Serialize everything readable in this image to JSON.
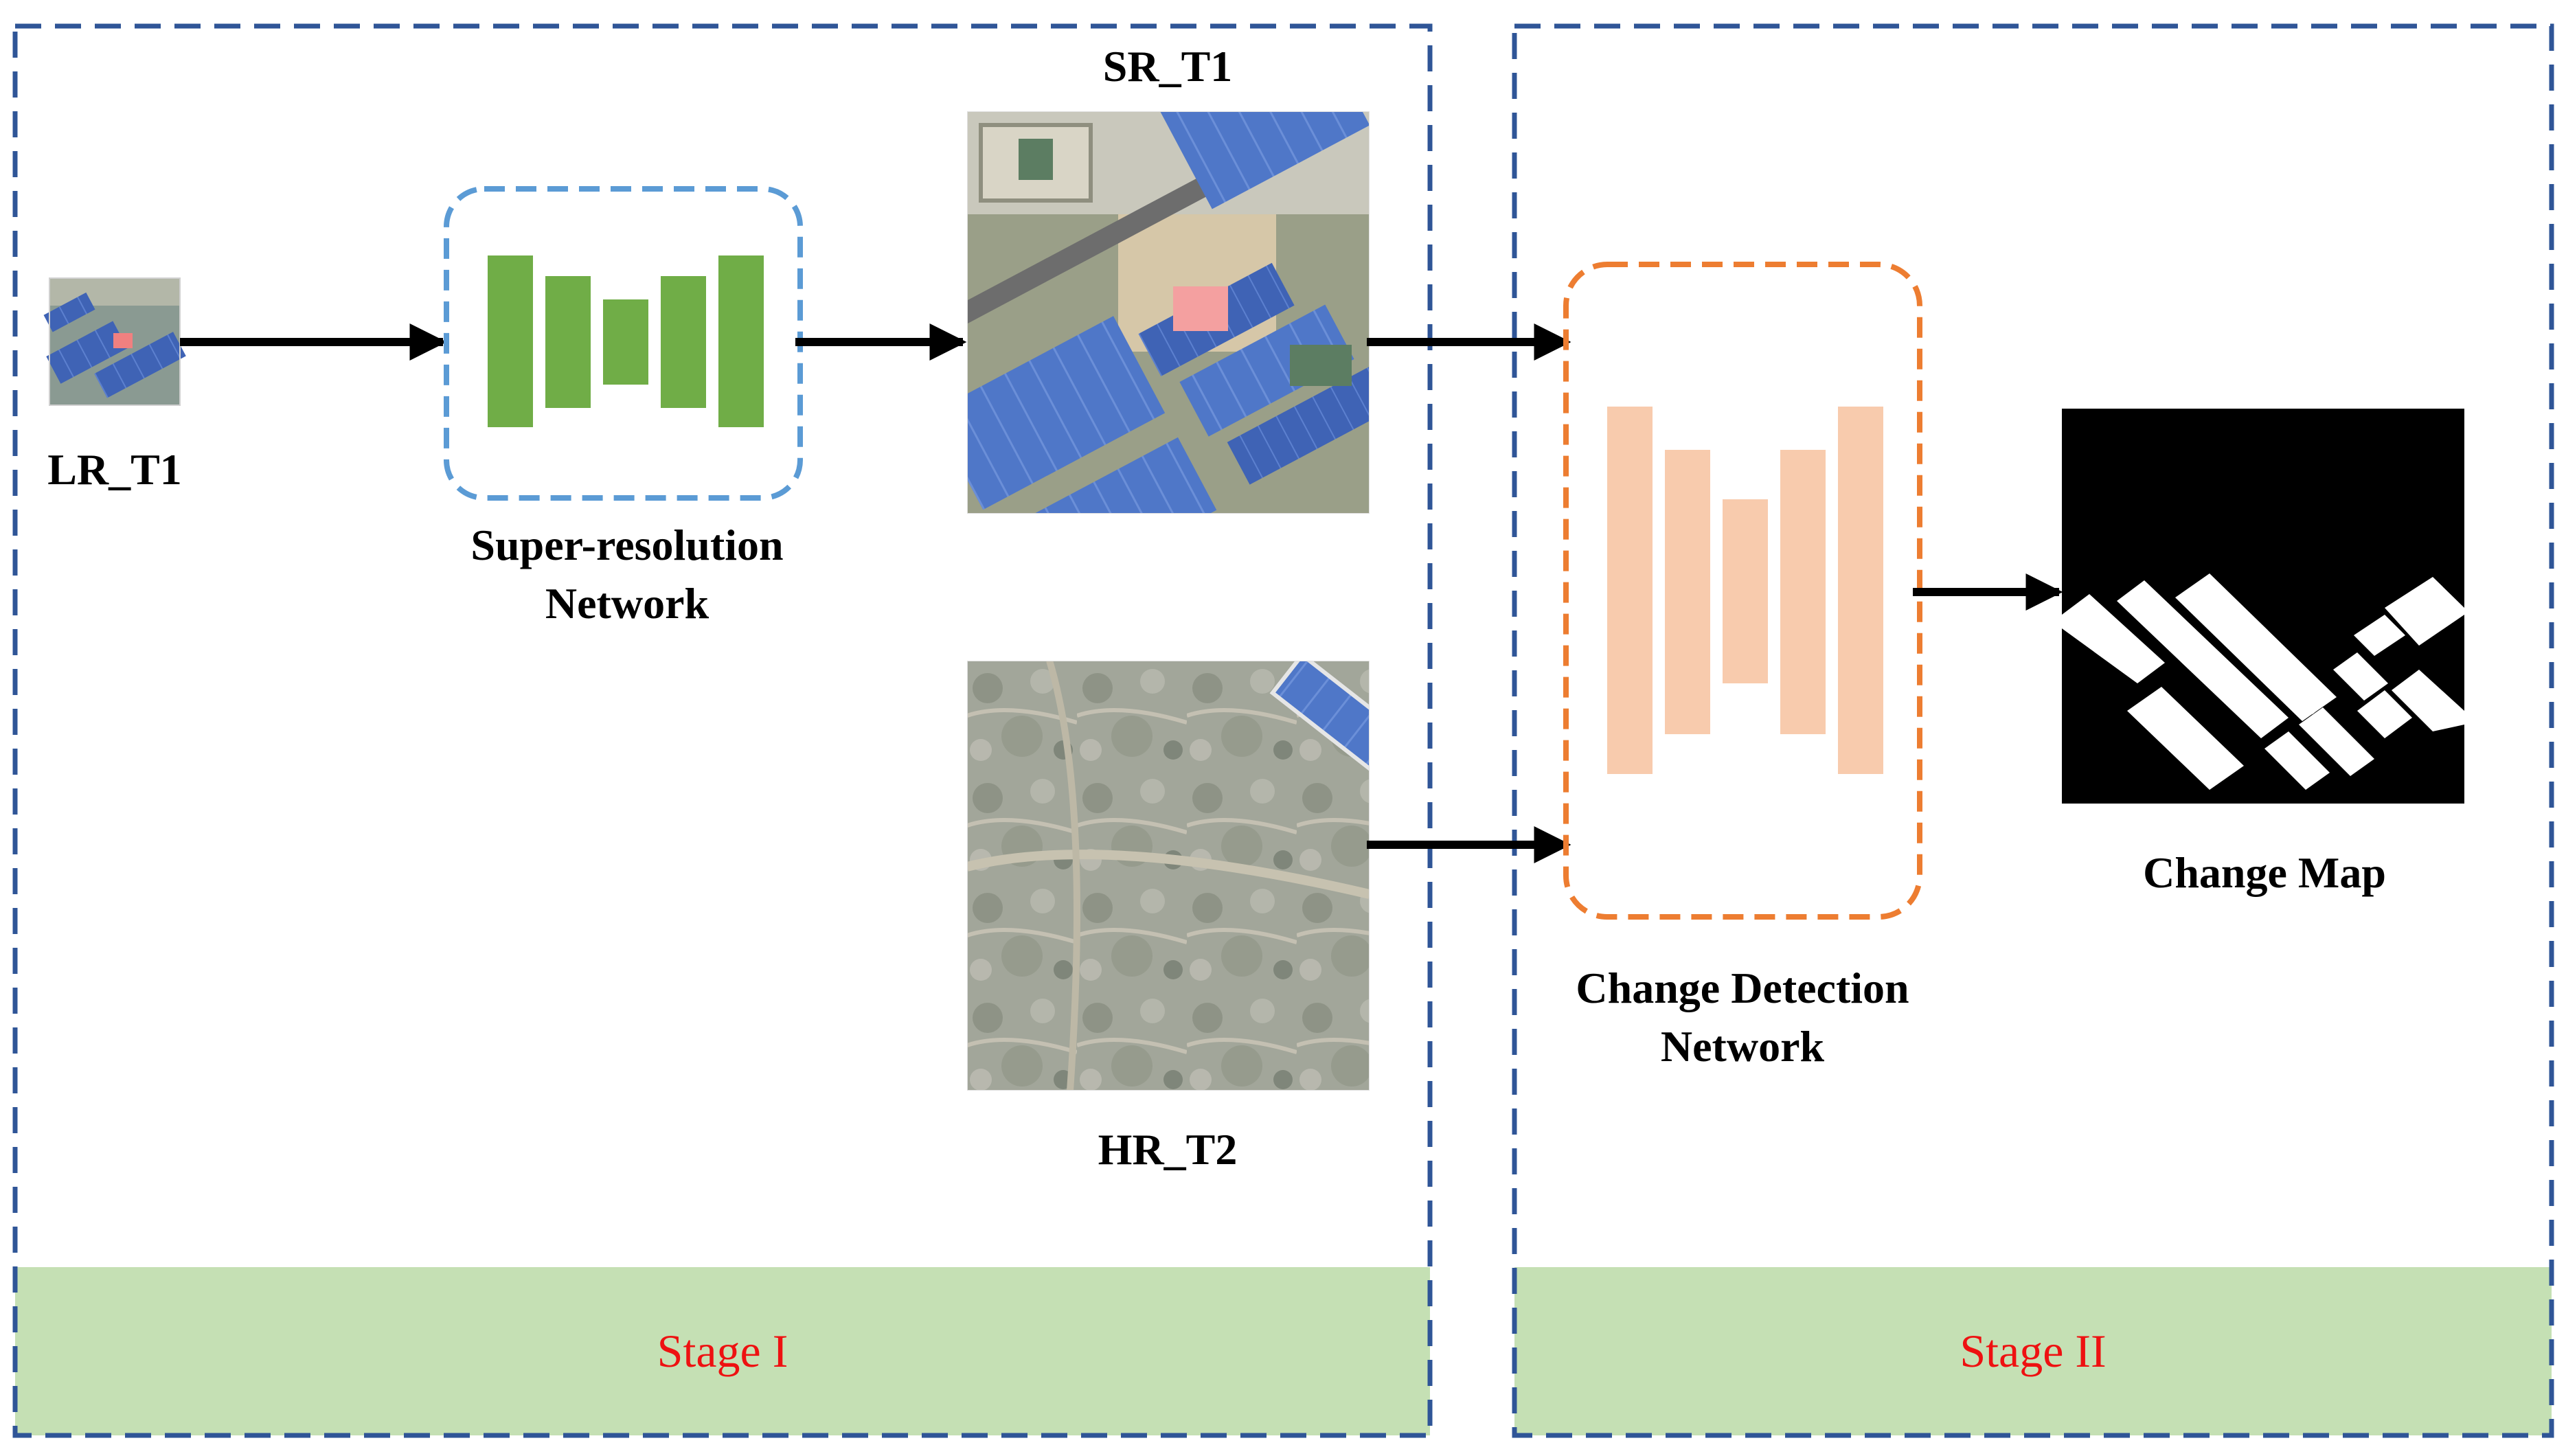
{
  "labels": {
    "lr_t1": "LR_T1",
    "sr_t1": "SR_T1",
    "hr_t2": "HR_T2",
    "sr_network_line1": "Super-resolution",
    "sr_network_line2": "Network",
    "cd_network_line1": "Change Detection",
    "cd_network_line2": "Network",
    "change_map": "Change Map"
  },
  "stages": {
    "stage1": "Stage I",
    "stage2": "Stage II"
  },
  "colors": {
    "stage_border": "#2f5597",
    "stage_band": "#c5e0b4",
    "stage_text": "#ee1111",
    "sr_network_border": "#5b9bd5",
    "sr_network_blocks": "#70ad47",
    "cd_network_border": "#ed7d31",
    "cd_network_blocks": "#f8cbad",
    "arrow": "#000000"
  },
  "icons": {
    "lr_image": "aerial-image-thumbnail",
    "sr_image": "aerial-image-factory-roofs",
    "hr_image": "aerial-image-bare-terrain",
    "change_map": "binary-change-map"
  }
}
